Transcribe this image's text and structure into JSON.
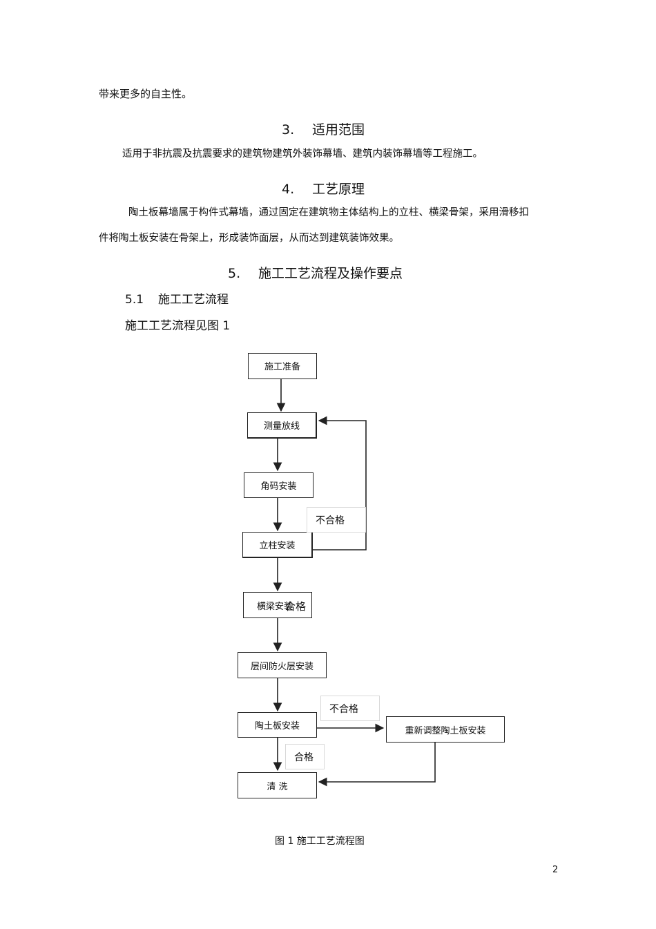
{
  "text": {
    "line1": "带来更多的自主性。",
    "section3_num": "3.",
    "section3_title": "适用范围",
    "section3_body": "适用于非抗震及抗震要求的建筑物建筑外装饰幕墙、建筑内装饰幕墙等工程施工。",
    "section4_num": "4.",
    "section4_title": "工艺原理",
    "section4_body_1": "陶土板幕墙属于构件式幕墙，通过固定在建筑物主体结构上的立柱、横梁骨架，采用滑移扣",
    "section4_body_2": "件将陶土板安装在骨架上，形成装饰面层，从而达到建筑装饰效果。",
    "section5_num": "5.",
    "section5_title": "施工工艺流程及操作要点",
    "sub51_num": "5.1",
    "sub51_title": "施工工艺流程",
    "sub51_body": "施工工艺流程见图 1",
    "caption": "图 1  施工工艺流程图",
    "page_number": "2"
  },
  "flowchart": {
    "steps": {
      "prep": "施工准备",
      "survey": "测量放线",
      "bracket": "角码安装",
      "column": "立柱安装",
      "beam": "横梁安装",
      "firestop": "层间防火层安装",
      "panel": "陶土板安装",
      "readjust": "重新调整陶土板安装",
      "clean": "清  洗"
    },
    "labels": {
      "fail_1": "不合格",
      "pass_1": "合格",
      "fail_2": "不合格",
      "pass_2": "合格"
    }
  }
}
